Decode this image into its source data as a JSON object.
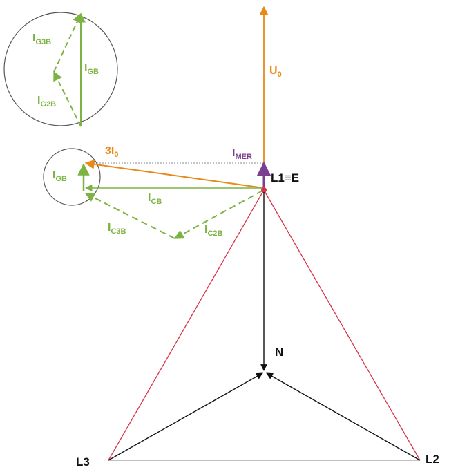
{
  "nodes": {
    "l1": "L1≡E",
    "l2": "L2",
    "l3": "L3",
    "n": "N"
  },
  "vectors": {
    "u0": {
      "main": "U",
      "sub": "0"
    },
    "three_i0": {
      "main": "3I",
      "sub": "0"
    },
    "imer": {
      "main": "I",
      "sub": "MER"
    },
    "icb": {
      "main": "I",
      "sub": "CB"
    },
    "ic3b": {
      "main": "I",
      "sub": "C3B"
    },
    "ic2b": {
      "main": "I",
      "sub": "C2B"
    },
    "igb": {
      "main": "I",
      "sub": "GB"
    }
  },
  "inset": {
    "ig3b": {
      "main": "I",
      "sub": "G3B"
    },
    "igb": {
      "main": "I",
      "sub": "GB"
    },
    "ig2b": {
      "main": "I",
      "sub": "G2B"
    }
  },
  "colors": {
    "phase": "#d9314a",
    "black": "#111111",
    "green": "#7cb342",
    "orange": "#e8891a",
    "purple": "#7b3f8f",
    "grey": "#8a8a8a"
  }
}
